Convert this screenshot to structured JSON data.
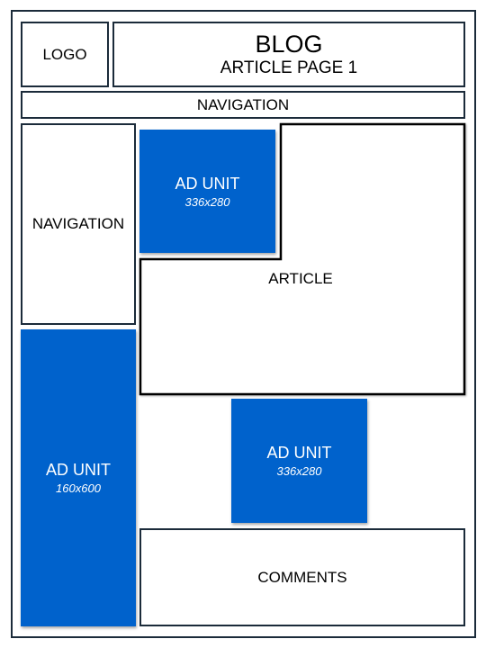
{
  "logo": "LOGO",
  "header": {
    "title": "BLOG",
    "subtitle": "ARTICLE PAGE 1"
  },
  "top_navigation": "NAVIGATION",
  "side_navigation": "NAVIGATION",
  "article": "ARTICLE",
  "comments": "COMMENTS",
  "ads": [
    {
      "label": "AD UNIT",
      "size": "336x280"
    },
    {
      "label": "AD UNIT",
      "size": "160x600"
    },
    {
      "label": "AD UNIT",
      "size": "336x280"
    }
  ],
  "colors": {
    "ad_fill": "#0062cc",
    "border": "#1b2b3a",
    "background": "#ffffff"
  }
}
